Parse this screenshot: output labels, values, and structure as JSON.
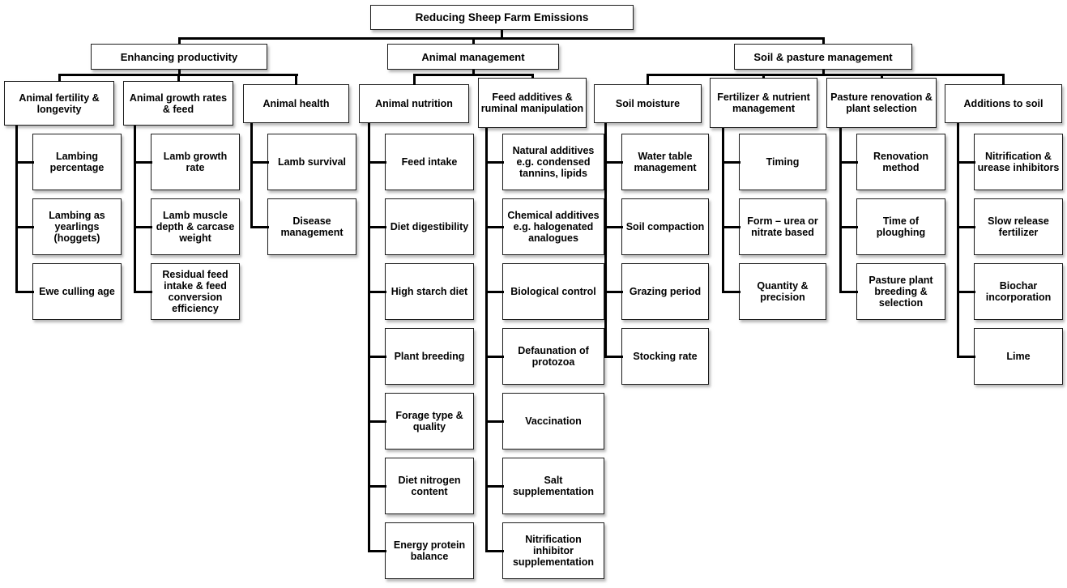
{
  "diagram_type": "hierarchy-flowchart",
  "colors": {
    "background": "#ffffff",
    "box_fill": "#ffffff",
    "box_border": "#1c1c1c",
    "connector": "#000000",
    "text": "#000000"
  },
  "tree": {
    "label": "Reducing Sheep Farm Emissions",
    "children": [
      {
        "label": "Enhancing productivity",
        "children": [
          {
            "label": "Animal fertility & longevity",
            "children": [
              "Lambing percentage",
              "Lambing as yearlings (hoggets)",
              "Ewe culling age"
            ]
          },
          {
            "label": "Animal growth rates & feed",
            "children": [
              "Lamb growth rate",
              "Lamb muscle depth & carcase weight",
              "Residual feed intake & feed conversion efficiency"
            ]
          },
          {
            "label": "Animal health",
            "children": [
              "Lamb survival",
              "Disease management"
            ]
          }
        ]
      },
      {
        "label": "Animal management",
        "children": [
          {
            "label": "Animal nutrition",
            "children": [
              "Feed intake",
              "Diet digestibility",
              "High starch diet",
              "Plant breeding",
              "Forage type & quality",
              "Diet nitrogen content",
              "Energy protein balance"
            ]
          },
          {
            "label": "Feed additives & ruminal manipulation",
            "children": [
              "Natural additives e.g. condensed tannins, lipids",
              "Chemical additives e.g. halogenated analogues",
              "Biological control",
              "Defaunation of protozoa",
              "Vaccination",
              "Salt supplementation",
              "Nitrification inhibitor supplementation"
            ]
          }
        ]
      },
      {
        "label": "Soil & pasture management",
        "children": [
          {
            "label": "Soil moisture",
            "children": [
              "Water table management",
              "Soil compaction",
              "Grazing period",
              "Stocking rate"
            ]
          },
          {
            "label": "Fertilizer & nutrient management",
            "children": [
              "Timing",
              "Form – urea or nitrate based",
              "Quantity & precision"
            ]
          },
          {
            "label": "Pasture renovation & plant selection",
            "children": [
              "Renovation method",
              "Time of ploughing",
              "Pasture plant breeding & selection"
            ]
          },
          {
            "label": "Additions to soil",
            "children": [
              "Nitrification & urease inhibitors",
              "Slow release fertilizer",
              "Biochar incorporation",
              "Lime"
            ]
          }
        ]
      }
    ]
  }
}
